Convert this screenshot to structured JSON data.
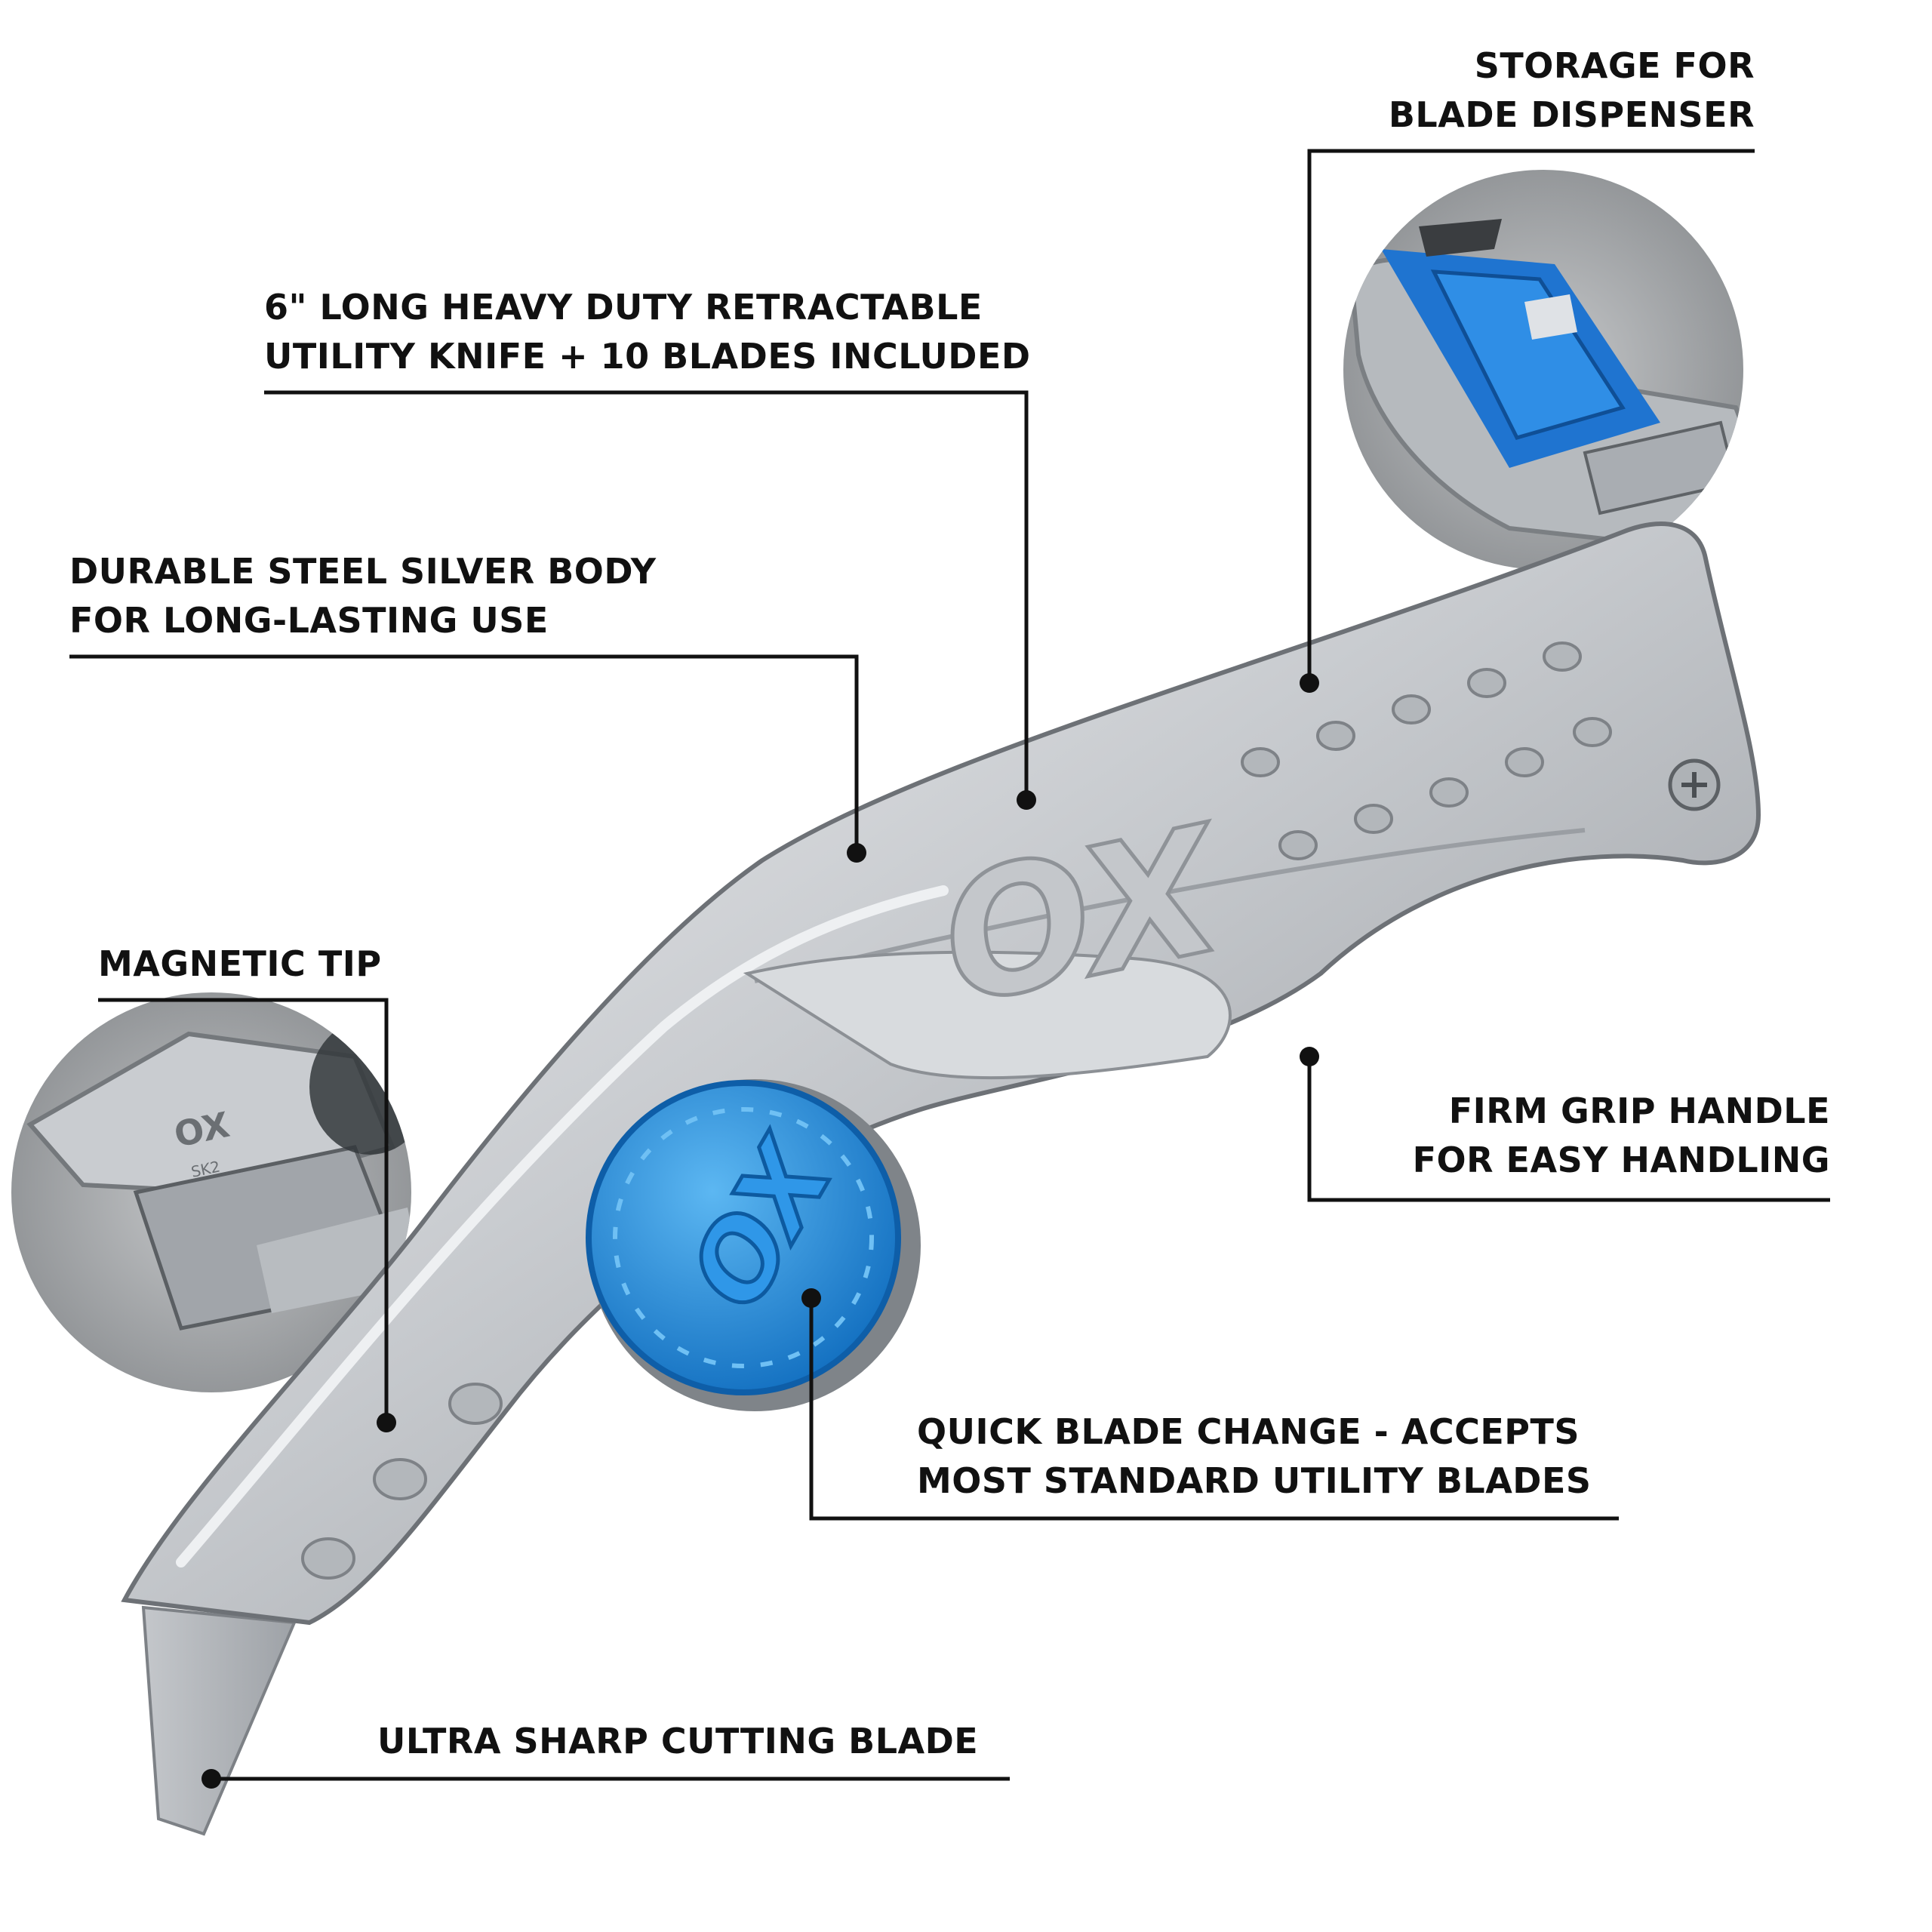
{
  "callouts": {
    "storage": {
      "line1": "STORAGE FOR",
      "line2": "BLADE DISPENSER"
    },
    "length": {
      "line1": "6\" LONG HEAVY DUTY RETRACTABLE",
      "line2": "UTILITY KNIFE + 10 BLADES INCLUDED"
    },
    "body": {
      "line1": "DURABLE STEEL SILVER BODY",
      "line2": "FOR LONG-LASTING USE"
    },
    "magnetic": {
      "line1": "MAGNETIC TIP"
    },
    "grip": {
      "line1": "FIRM GRIP HANDLE",
      "line2": "FOR EASY HANDLING"
    },
    "blade_change": {
      "line1": "QUICK BLADE CHANGE - ACCEPTS",
      "line2": "MOST STANDARD UTILITY BLADES"
    },
    "sharp": {
      "line1": "ULTRA SHARP CUTTING BLADE"
    }
  },
  "brand": {
    "logo": "OX",
    "blade_marking": "SK2"
  },
  "colors": {
    "accent_blue": "#1f8fe0",
    "steel": "#c9ccd0",
    "line": "#111111"
  }
}
